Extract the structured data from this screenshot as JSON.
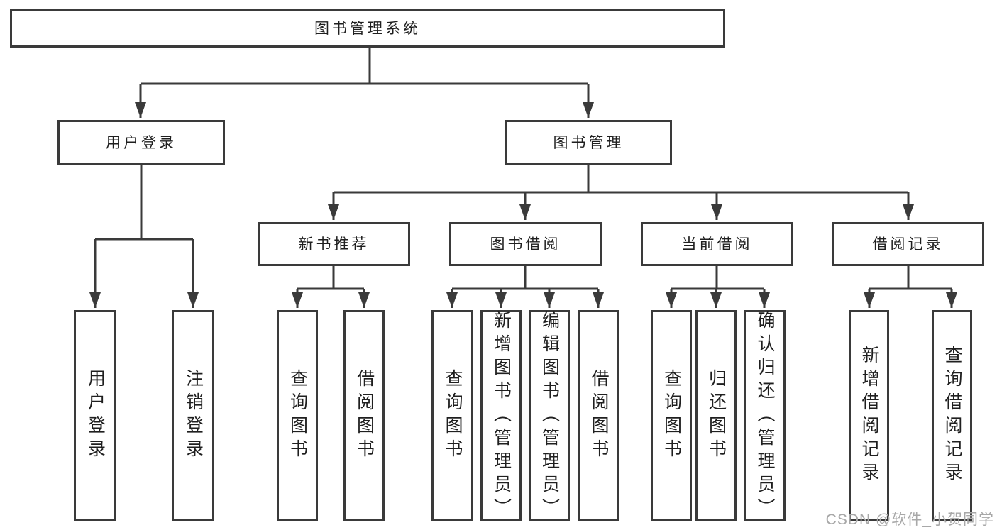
{
  "tree": {
    "label": "图书管理系统",
    "children": [
      {
        "label": "用户登录",
        "children": [
          {
            "label": "用户登录"
          },
          {
            "label": "注销登录"
          }
        ]
      },
      {
        "label": "图书管理",
        "children": [
          {
            "label": "新书推荐",
            "children": [
              {
                "label": "查询图书"
              },
              {
                "label": "借阅图书"
              }
            ]
          },
          {
            "label": "图书借阅",
            "children": [
              {
                "label": "查询图书"
              },
              {
                "label": "新增图书（管理员）"
              },
              {
                "label": "编辑图书（管理员）"
              },
              {
                "label": "借阅图书"
              }
            ]
          },
          {
            "label": "当前借阅",
            "children": [
              {
                "label": "查询图书"
              },
              {
                "label": "归还图书"
              },
              {
                "label": "确认归还（管理员）"
              }
            ]
          },
          {
            "label": "借阅记录",
            "children": [
              {
                "label": "新增借阅记录"
              },
              {
                "label": "查询借阅记录"
              }
            ]
          }
        ]
      }
    ]
  },
  "watermark": "CSDN @软件_小贺同学",
  "colors": {
    "line": "#3a3a3a",
    "box_border": "#3a3a3a",
    "text": "#1f1f1f",
    "watermark_gray": "#a8a8a8",
    "background": "#ffffff"
  }
}
